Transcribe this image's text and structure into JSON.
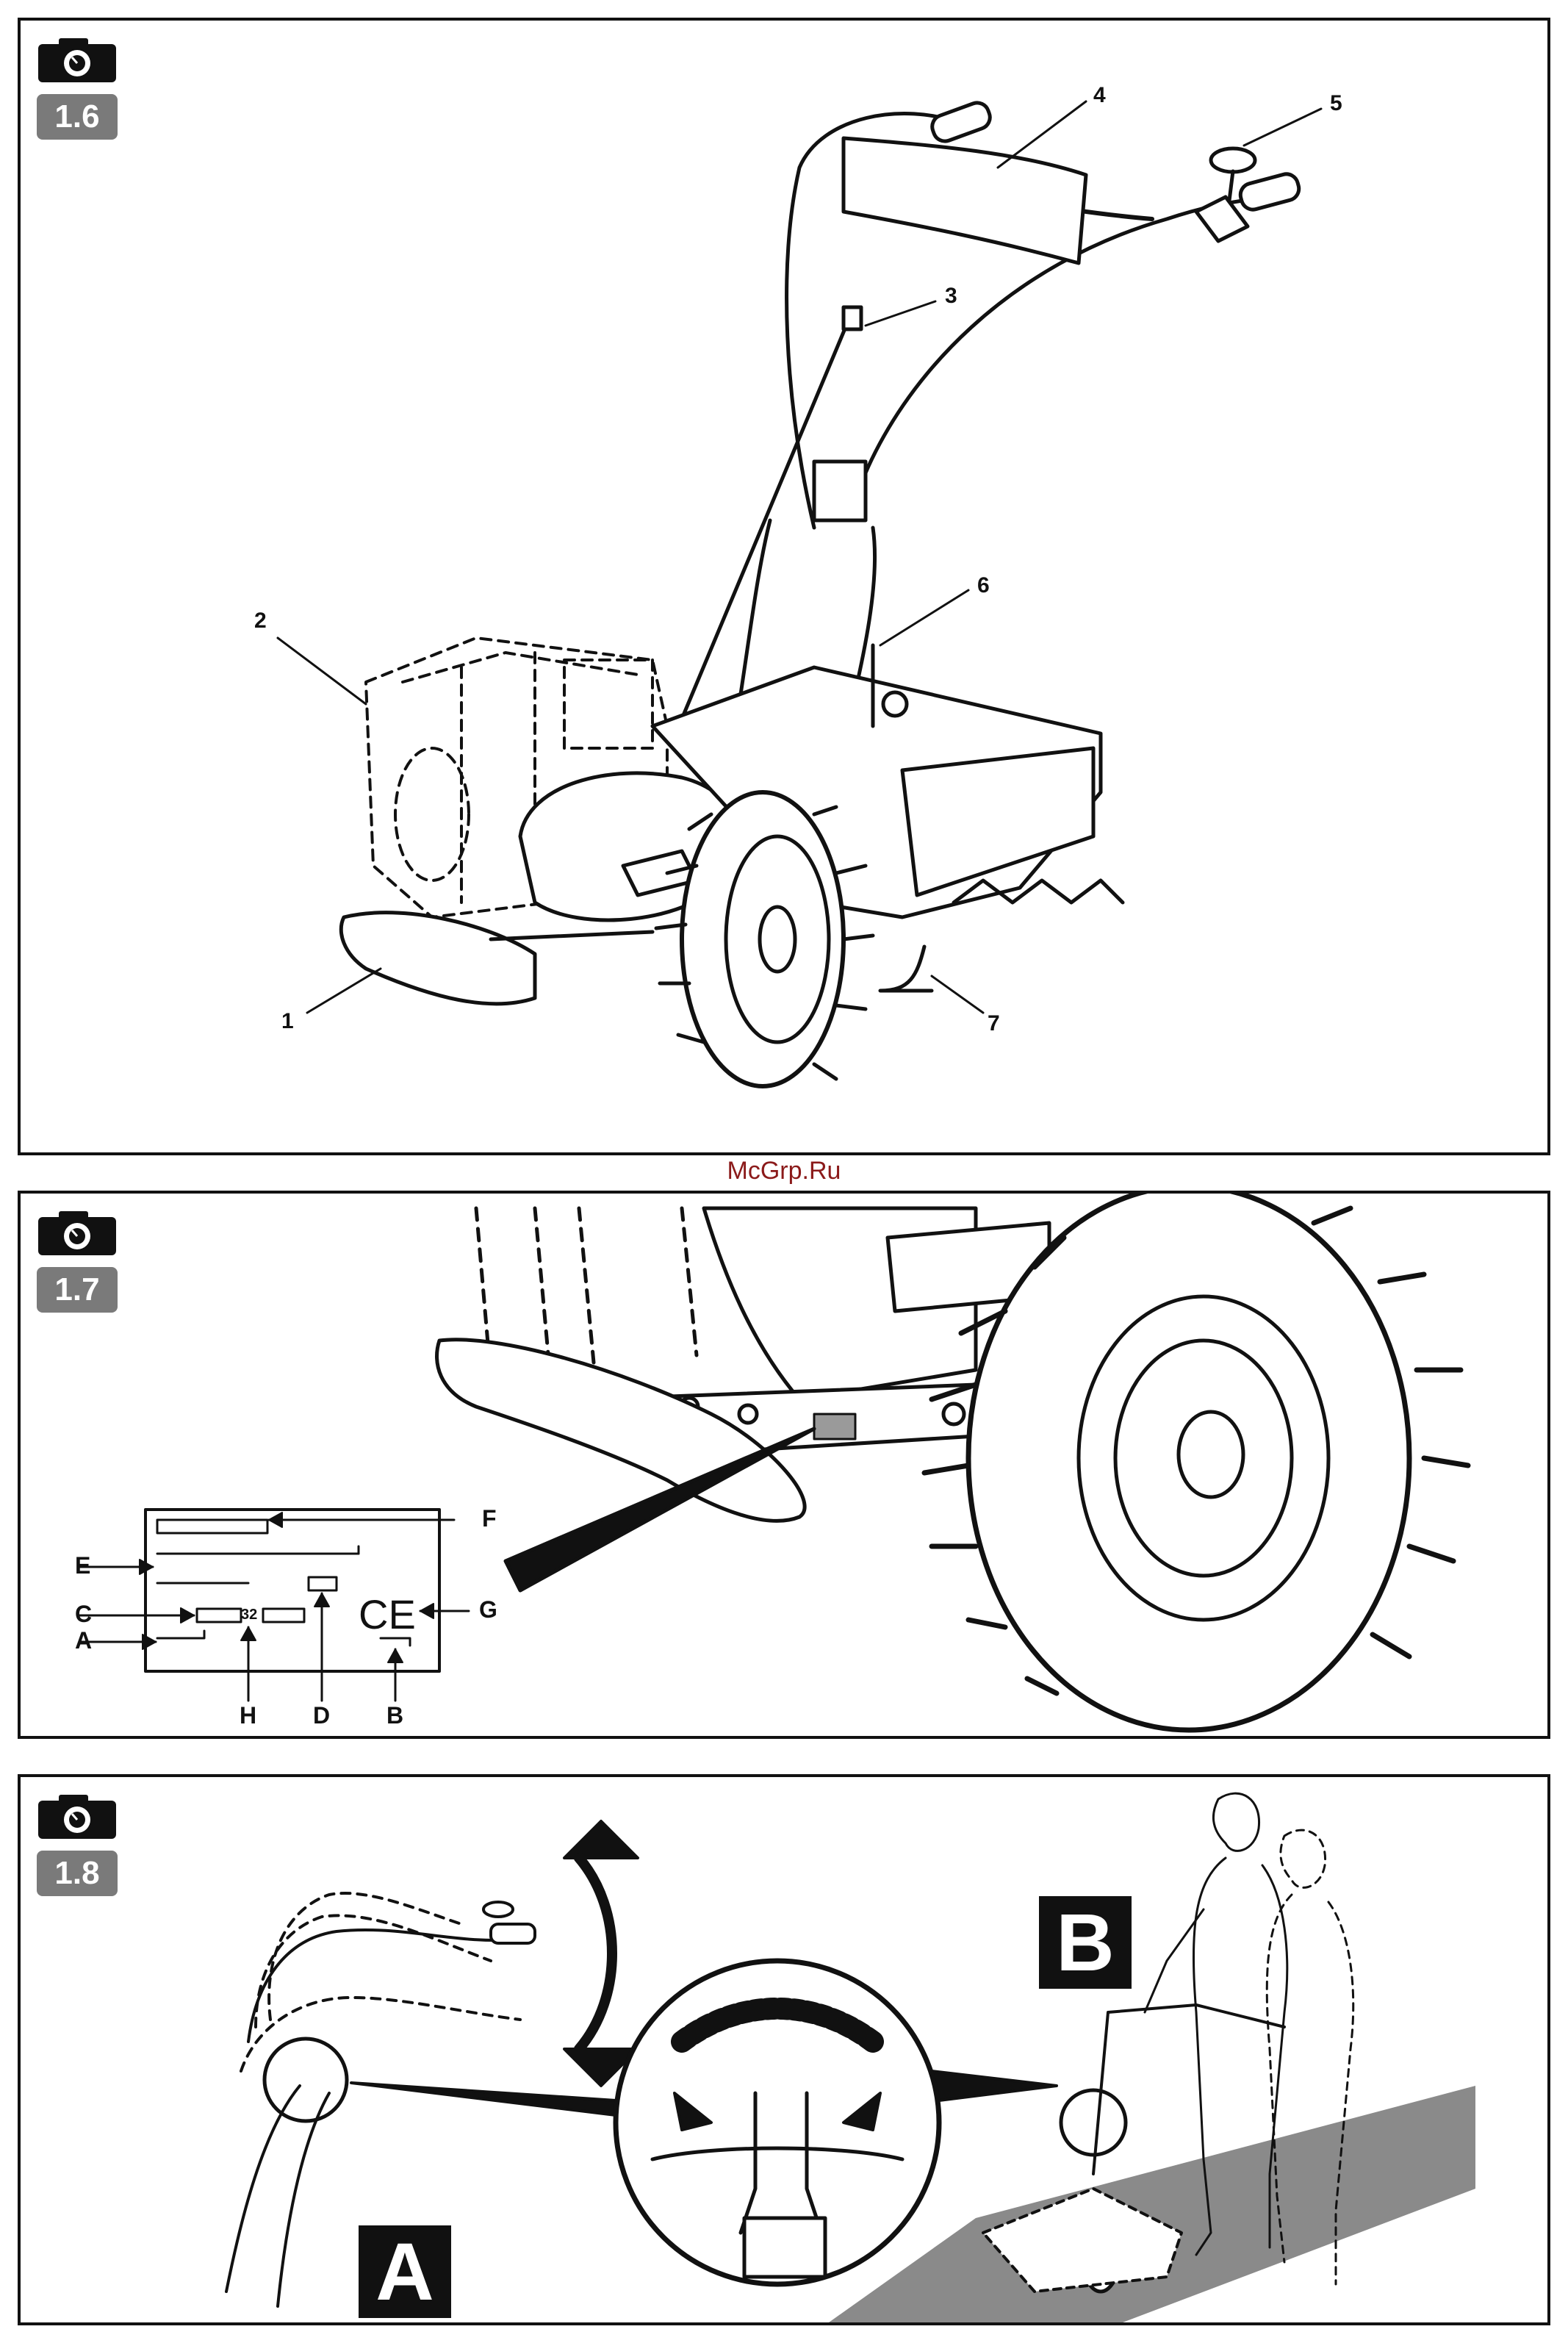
{
  "watermark": "McGrp.Ru",
  "icons": {
    "camera": "camera-icon"
  },
  "figures": [
    {
      "id": "1.6",
      "callouts": [
        "1",
        "2",
        "3",
        "4",
        "5",
        "6",
        "7"
      ]
    },
    {
      "id": "1.7",
      "callouts": [
        "F",
        "E",
        "G",
        "C",
        "A",
        "H",
        "D",
        "B"
      ],
      "plate": {
        "ce_mark": "CE",
        "code": "32"
      }
    },
    {
      "id": "1.8",
      "callouts": [
        "A",
        "B"
      ]
    }
  ]
}
